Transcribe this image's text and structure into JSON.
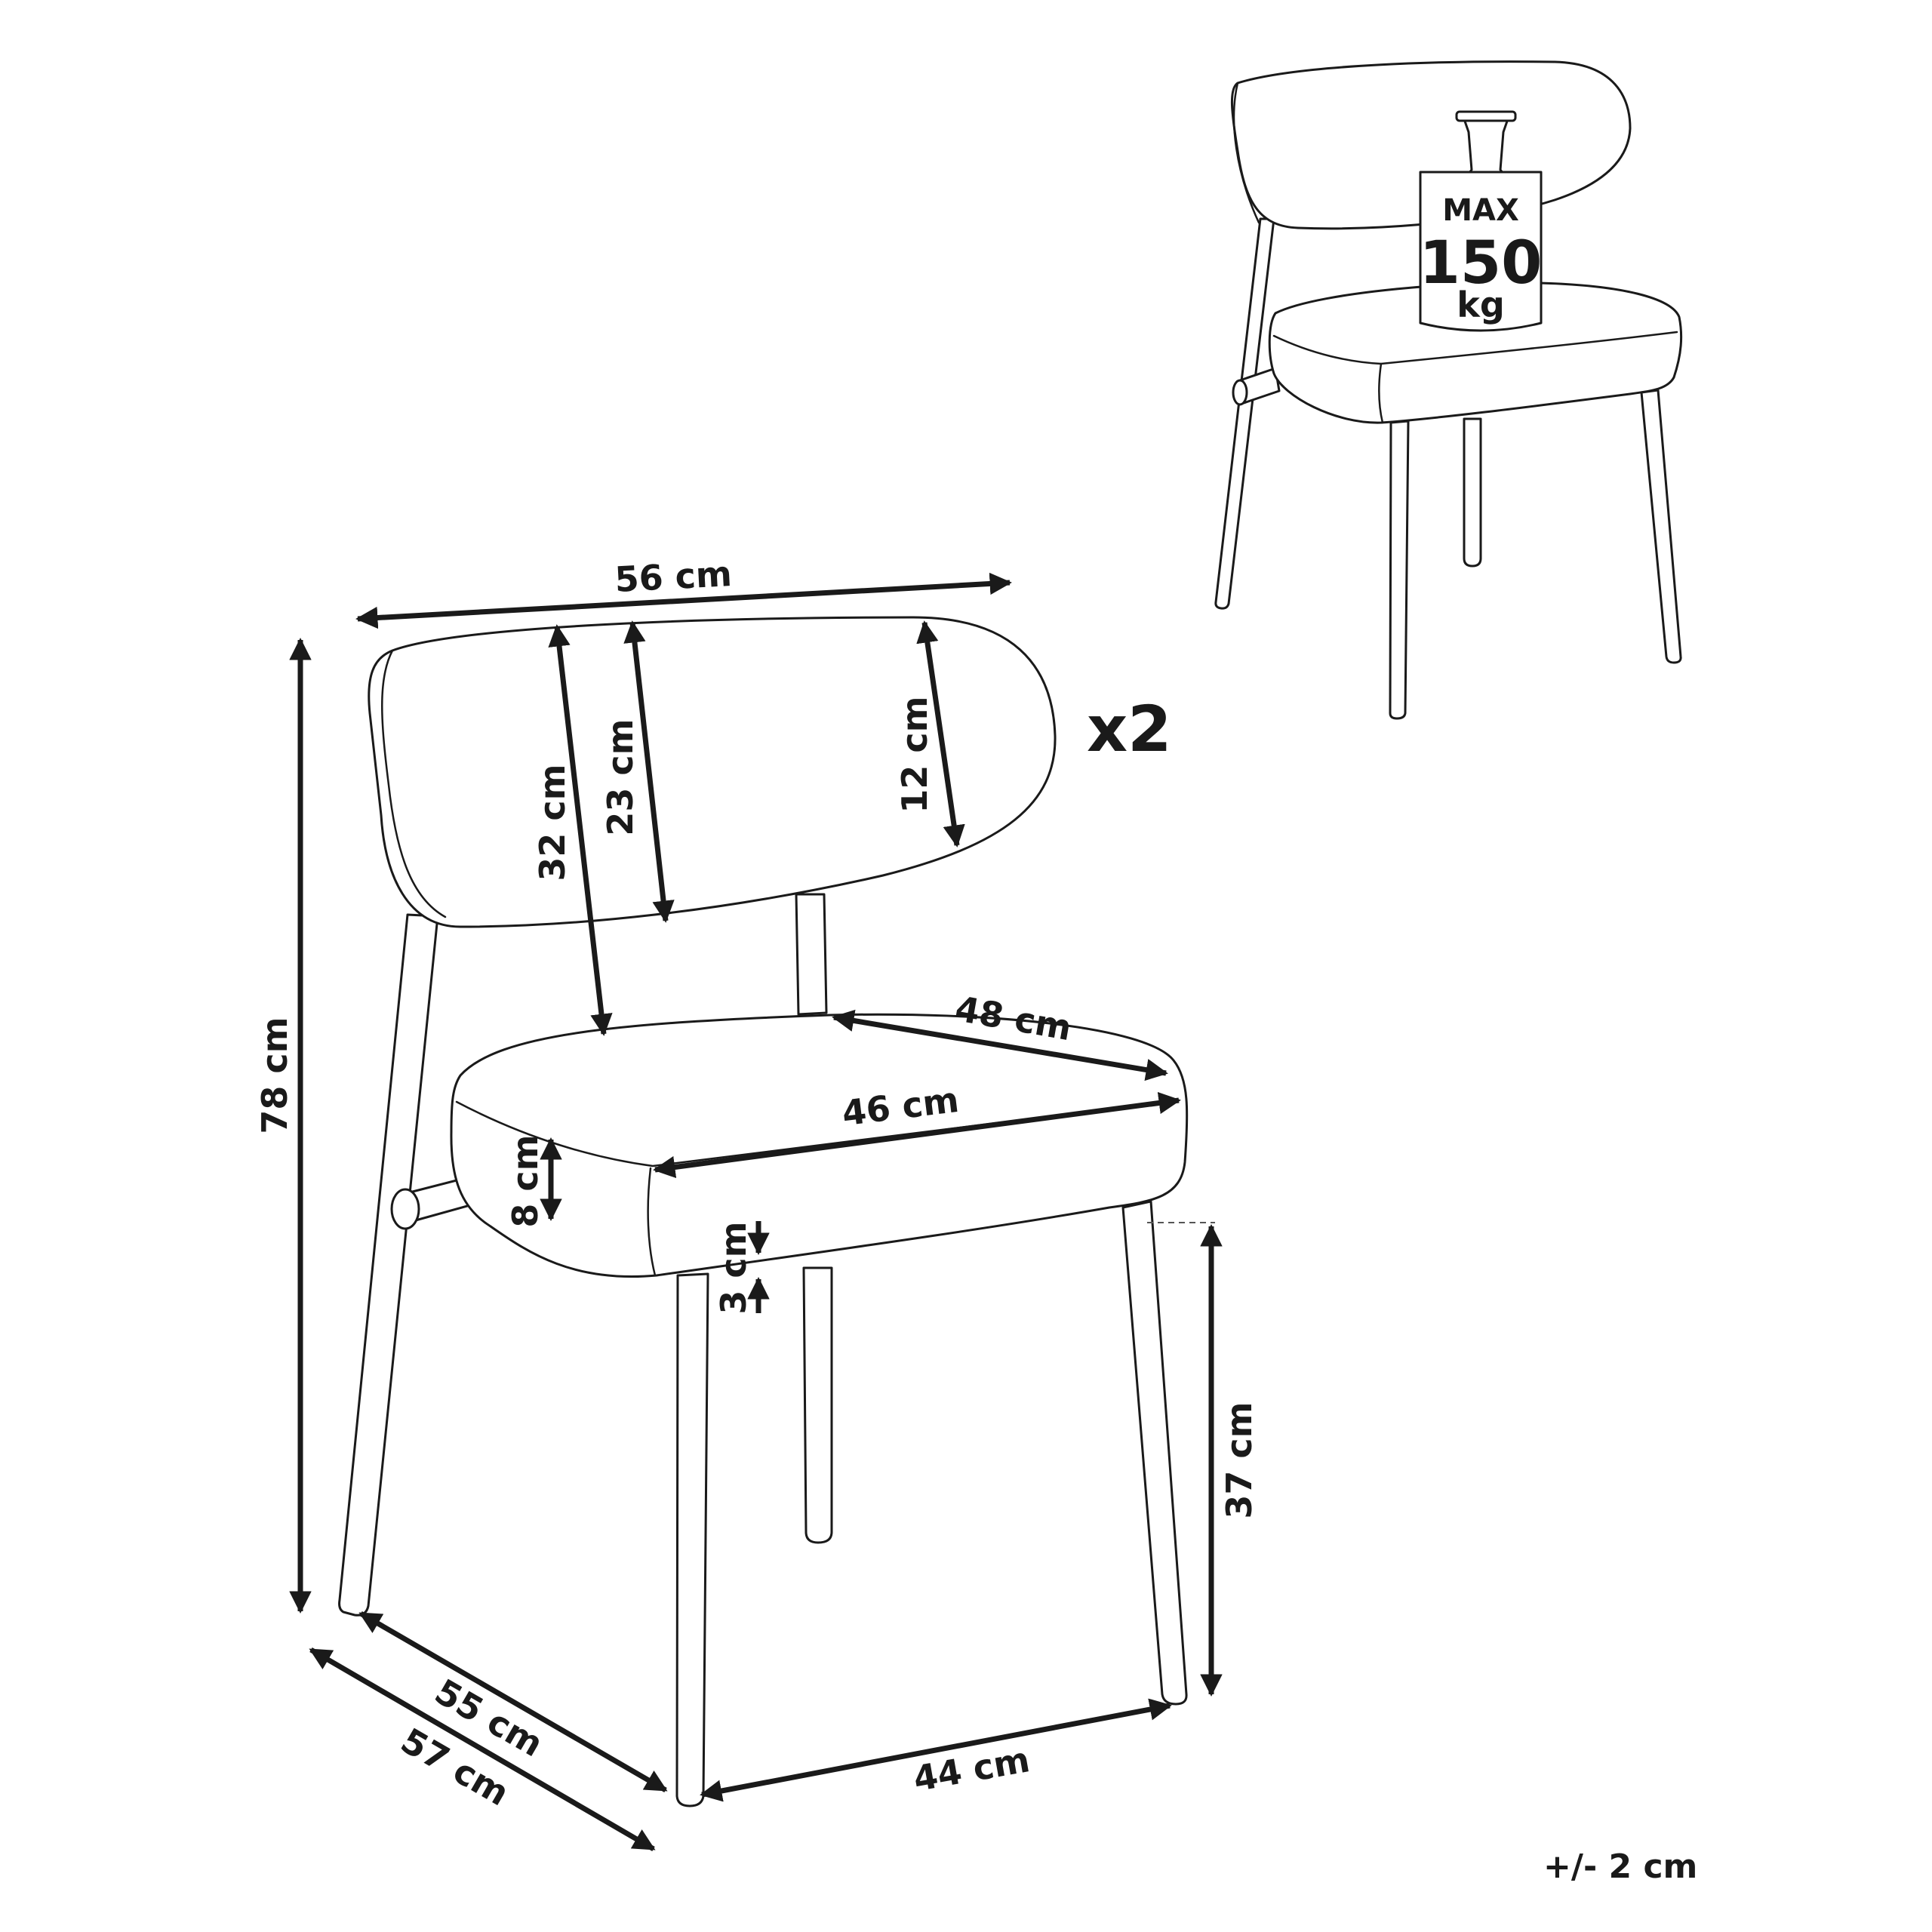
{
  "dimensions": {
    "backrest_width": "56 cm",
    "backrest_full_height": "32 cm",
    "backrest_center_height": "23 cm",
    "backrest_side_height": "12 cm",
    "total_height": "78 cm",
    "seat_depth": "48 cm",
    "seat_width": "46 cm",
    "seat_thickness": "8 cm",
    "frame_gap": "3 cm",
    "seat_height": "37 cm",
    "leg_depth": "55 cm",
    "overall_depth": "57 cm",
    "leg_width": "44 cm"
  },
  "quantity": "x2",
  "weight_limit": {
    "line1": "MAX",
    "line2": "150",
    "line3": "kg"
  },
  "tolerance": "+/- 2 cm"
}
